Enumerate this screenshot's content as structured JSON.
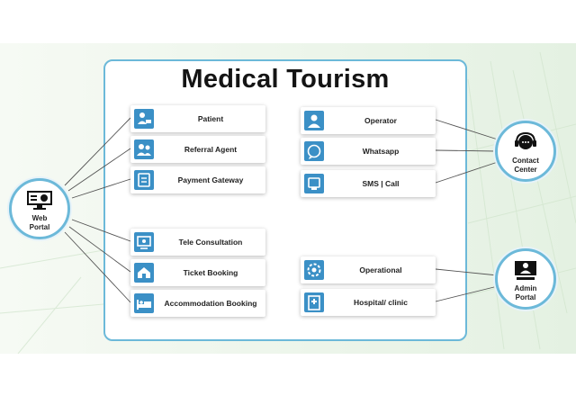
{
  "diagram": {
    "title": "Medical Tourism",
    "hubs": {
      "web_portal": {
        "line1": "Web",
        "line2": "Portal",
        "icon": "monitor-icon"
      },
      "contact_center": {
        "line1": "Contact",
        "line2": "Center",
        "icon": "headset-icon"
      },
      "admin_portal": {
        "line1": "Admin",
        "line2": "Portal",
        "icon": "admin-monitor-icon"
      }
    },
    "left_top_cards": [
      {
        "label": "Patient",
        "icon": "patient-icon"
      },
      {
        "label": "Referral Agent",
        "icon": "agent-icon"
      },
      {
        "label": "Payment Gateway",
        "icon": "payment-icon"
      }
    ],
    "left_bottom_cards": [
      {
        "label": "Tele Consultation",
        "icon": "tele-icon"
      },
      {
        "label": "Ticket Booking",
        "icon": "ticket-icon"
      },
      {
        "label": "Accommodation Booking",
        "icon": "bed-icon"
      }
    ],
    "right_top_cards": [
      {
        "label": "Operator",
        "icon": "operator-icon"
      },
      {
        "label": "Whatsapp",
        "icon": "chat-icon"
      },
      {
        "label": "SMS | Call",
        "icon": "phone-icon"
      }
    ],
    "right_bottom_cards": [
      {
        "label": "Operational",
        "icon": "gear-icon"
      },
      {
        "label": "Hospital/ clinic",
        "icon": "hospital-icon"
      }
    ],
    "colors": {
      "accent_blue": "#3b90c6",
      "border_blue": "#6cb9d9",
      "line_gray": "#555555",
      "background_green": "#e4f1e2"
    }
  }
}
